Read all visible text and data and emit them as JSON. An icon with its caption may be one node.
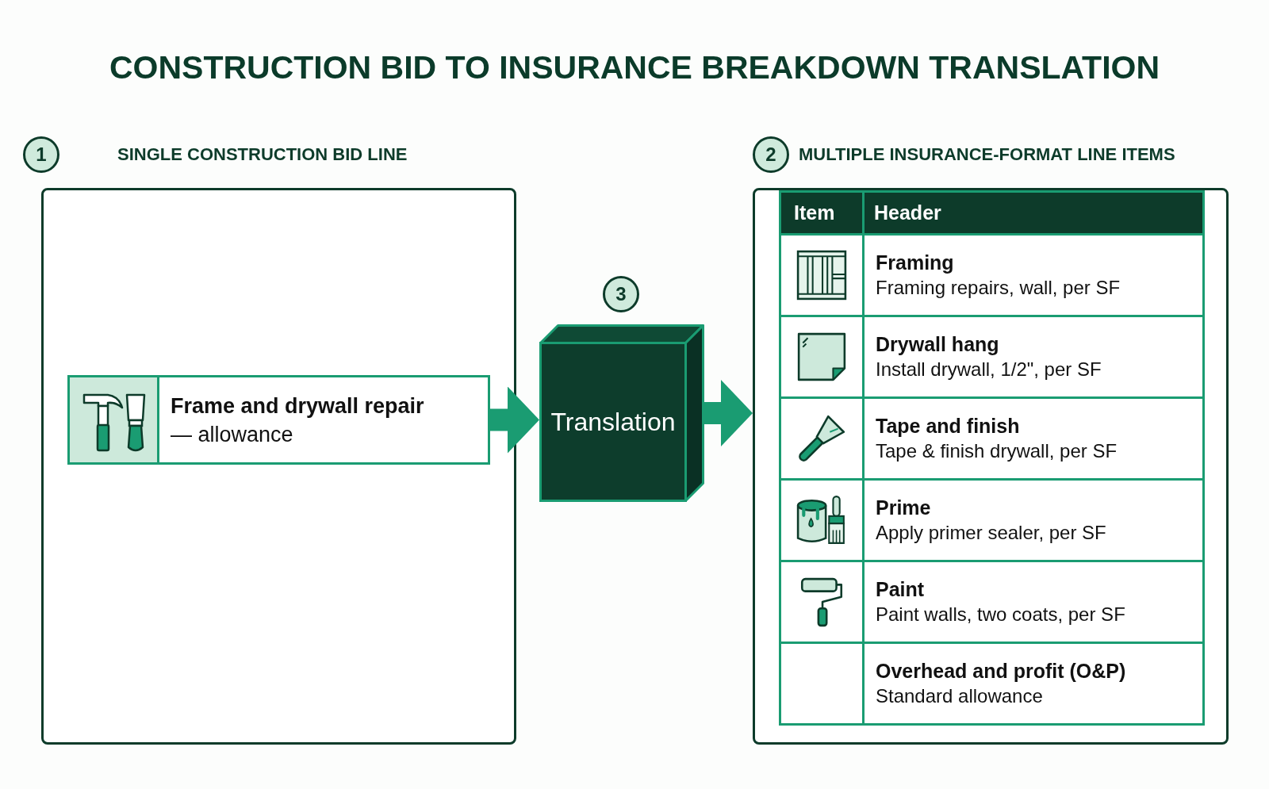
{
  "diagram": {
    "title": "CONSTRUCTION BID TO INSURANCE BREAKDOWN TRANSLATION",
    "nodes": [
      {
        "text": [
          "SINGLE CONSTRUCTION BID LINE"
        ],
        "beside": [
          "1"
        ]
      },
      {
        "text": [
          "Frame and drywall repair",
          "— allowance"
        ],
        "in": 0
      },
      {
        "text": [
          "Translation"
        ],
        "beside": [
          "3"
        ]
      },
      {
        "text": [
          "MULTIPLE INSURANCE-FORMAT LINE ITEMS"
        ],
        "beside": [
          "2"
        ]
      }
    ],
    "edges": [
      {
        "from": 1,
        "to": 2,
        "arrow": "to"
      },
      {
        "from": 2,
        "to": 3,
        "arrow": "to"
      }
    ],
    "labels": [
      "Item",
      "Header",
      "Framing",
      "Framing repairs, wall, per SF",
      "Drywall hang",
      "Install drywall, 1/2\", per SF",
      "Tape and finish",
      "Tape & finish drywall, per SF",
      "Prime",
      "Apply primer sealer, per SF",
      "Paint",
      "Paint walls, two coats, per SF",
      "Overhead and profit (O&P)",
      "Standard allowance"
    ]
  }
}
